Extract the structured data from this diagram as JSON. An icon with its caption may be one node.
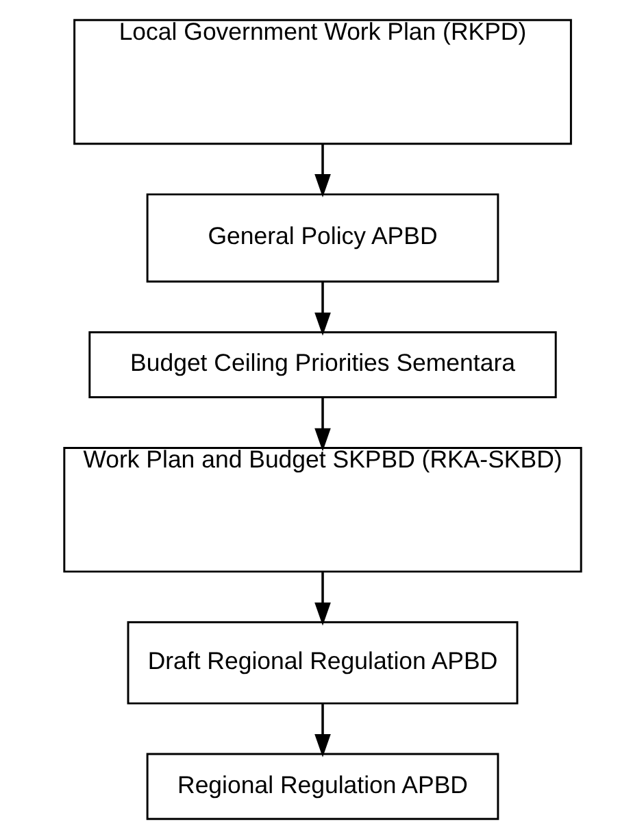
{
  "diagram": {
    "nodes": [
      {
        "text": [
          "Local Government Work Plan (RKPD)"
        ]
      },
      {
        "text": [
          "General Policy APBD"
        ]
      },
      {
        "text": [
          "Budget Ceiling Priorities Sementara"
        ]
      },
      {
        "text": [
          "Work Plan and Budget SKPBD (RKA-SKBD)"
        ]
      },
      {
        "text": [
          "Draft Regional Regulation APBD"
        ]
      },
      {
        "text": [
          "Regional Regulation APBD"
        ]
      }
    ],
    "edges": [
      {
        "from": 0,
        "to": 1,
        "arrow": "to"
      },
      {
        "from": 1,
        "to": 2,
        "arrow": "to"
      },
      {
        "from": 2,
        "to": 3,
        "arrow": "to"
      },
      {
        "from": 3,
        "to": 4,
        "arrow": "to"
      },
      {
        "from": 4,
        "to": 5,
        "arrow": "to"
      }
    ]
  }
}
